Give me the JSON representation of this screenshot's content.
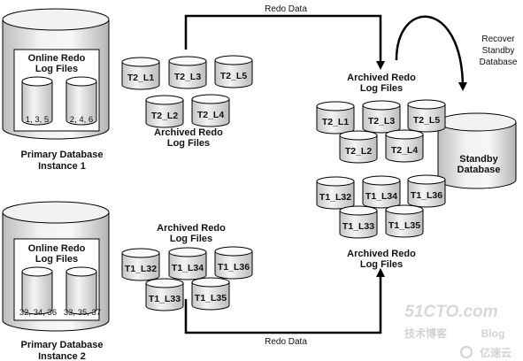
{
  "left_top": {
    "online_title_1": "Online Redo",
    "online_title_2": "Log Files",
    "redo_a": "1, 3, 5",
    "redo_b": "2, 4, 6",
    "caption_1": "Primary Database",
    "caption_2": "Instance 1",
    "archive_caption_1": "Archived Redo",
    "archive_caption_2": "Log Files",
    "logs": [
      "T2_L1",
      "T2_L3",
      "T2_L5",
      "T2_L2",
      "T2_L4"
    ]
  },
  "left_bottom": {
    "online_title_1": "Online Redo",
    "online_title_2": "Log Files",
    "redo_a": "32, 34, 36",
    "redo_b": "33, 35, 37",
    "caption_1": "Primary Database",
    "caption_2": "Instance 2",
    "archive_caption_1": "Archived Redo",
    "archive_caption_2": "Log Files",
    "logs": [
      "T1_L32",
      "T1_L34",
      "T1_L36",
      "T1_L33",
      "T1_L35"
    ]
  },
  "arrows": {
    "redo_top": "Redo Data",
    "redo_bottom": "Redo Data",
    "recover_1": "Recover",
    "recover_2": "Standby",
    "recover_3": "Database"
  },
  "standby": {
    "archive_top_1": "Archived Redo",
    "archive_top_2": "Log Files",
    "archive_bottom_1": "Archived Redo",
    "archive_bottom_2": "Log Files",
    "db_1": "Standby",
    "db_2": "Database",
    "t2_logs": [
      "T2_L1",
      "T2_L3",
      "T2_L5",
      "T2_L2",
      "T2_L4"
    ],
    "t1_logs": [
      "T1_L32",
      "T1_L34",
      "T1_L36",
      "T1_L33",
      "T1_L35"
    ]
  },
  "watermark": {
    "site": "51CTO.com",
    "tagline": "技术博客",
    "blog": "Blog",
    "brand": "亿速云"
  }
}
